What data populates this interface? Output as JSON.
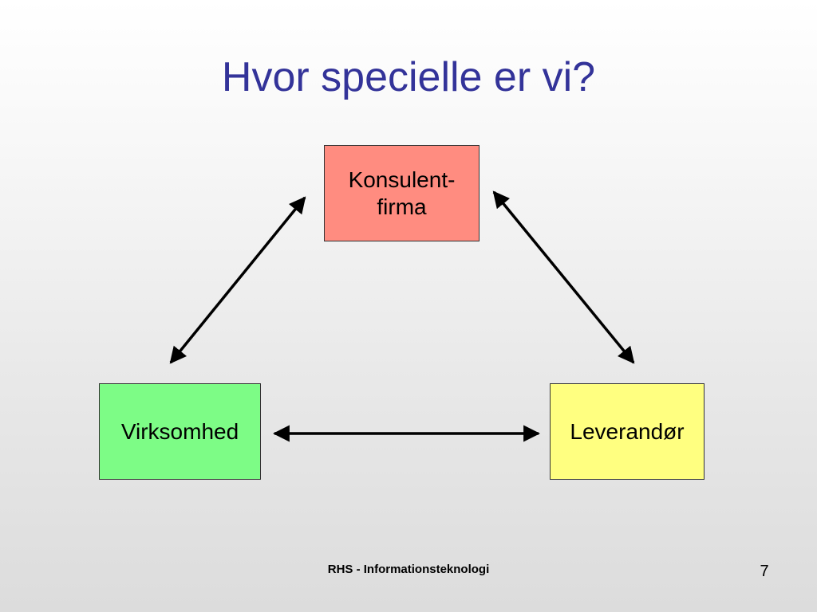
{
  "slide": {
    "title": "Hvor specielle er vi?",
    "footer": "RHS - Informationsteknologi",
    "page_number": "7"
  },
  "diagram": {
    "nodes": [
      {
        "id": "top",
        "label": "Konsulent-\nfirma",
        "color": "#ff8c80"
      },
      {
        "id": "left",
        "label": "Virksomhed",
        "color": "#7dfc86"
      },
      {
        "id": "right",
        "label": "Leverandør",
        "color": "#ffff80"
      }
    ],
    "edges": [
      {
        "from": "left",
        "to": "top",
        "direction": "both"
      },
      {
        "from": "top",
        "to": "right",
        "direction": "both"
      },
      {
        "from": "left",
        "to": "right",
        "direction": "both"
      }
    ],
    "colors": {
      "title": "#333399",
      "arrow": "#000000"
    }
  }
}
